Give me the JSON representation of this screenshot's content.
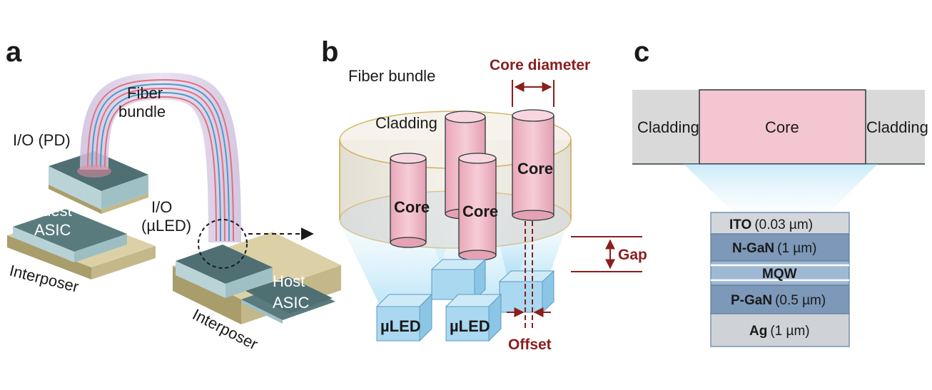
{
  "panel_a": {
    "letter": "a",
    "fiber_label_1": "Fiber",
    "fiber_label_2": "bundle",
    "io_pd": "I/O (PD)",
    "io_uled_1": "I/O",
    "io_uled_2": "(µLED)",
    "guest_1": "Guest",
    "guest_2": "ASIC",
    "host_1": "Host",
    "host_2": "ASIC",
    "interposer_left": "Interposer",
    "interposer_right": "Interposer"
  },
  "panel_b": {
    "letter": "b",
    "fiber_bundle": "Fiber bundle",
    "core_diameter": "Core diameter",
    "cladding": "Cladding",
    "core": "Core",
    "gap": "Gap",
    "offset": "Offset",
    "uled": "µLED"
  },
  "panel_c": {
    "letter": "c",
    "cladding_left": "Cladding",
    "core": "Core",
    "cladding_right": "Cladding",
    "layers": [
      {
        "name": "ITO",
        "detail": "(0.03 µm)"
      },
      {
        "name": "N-GaN",
        "detail": "(1 µm)"
      },
      {
        "name": "MQW",
        "detail": ""
      },
      {
        "name": "P-GaN",
        "detail": "(0.5 µm)"
      },
      {
        "name": "Ag",
        "detail": "(1 µm)"
      }
    ]
  },
  "colors": {
    "accent_red": "#8b1e1e",
    "core_pink": "#f1bccb",
    "chip_teal": "#4f6f73",
    "interposer_tan": "#c4b88a",
    "glow_blue": "#bfe6f7"
  }
}
